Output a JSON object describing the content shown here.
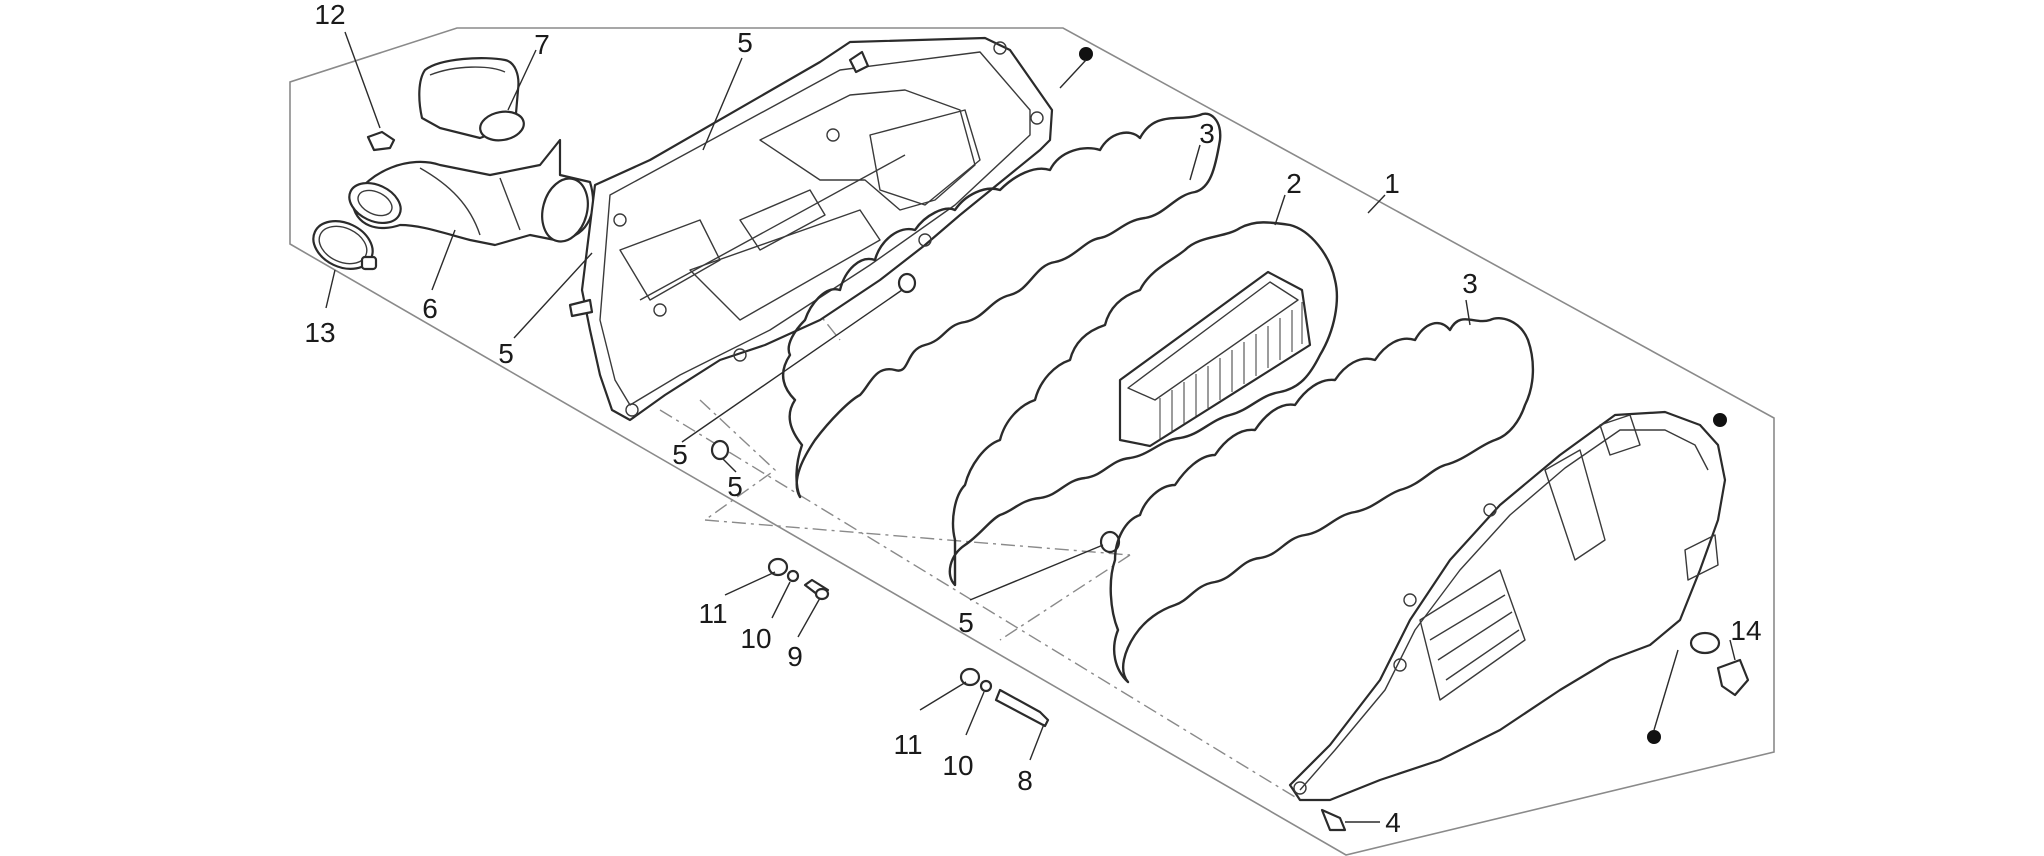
{
  "diagram": {
    "callouts": [
      {
        "id": "c12",
        "text": "12"
      },
      {
        "id": "c7",
        "text": "7"
      },
      {
        "id": "c5a",
        "text": "5"
      },
      {
        "id": "c3a",
        "text": "3"
      },
      {
        "id": "c2",
        "text": "2"
      },
      {
        "id": "c1",
        "text": "1"
      },
      {
        "id": "c3b",
        "text": "3"
      },
      {
        "id": "c13",
        "text": "13"
      },
      {
        "id": "c6",
        "text": "6"
      },
      {
        "id": "c5b",
        "text": "5"
      },
      {
        "id": "c5c",
        "text": "5"
      },
      {
        "id": "c5d",
        "text": "5"
      },
      {
        "id": "c5e",
        "text": "5"
      },
      {
        "id": "c11a",
        "text": "11"
      },
      {
        "id": "c10a",
        "text": "10"
      },
      {
        "id": "c9",
        "text": "9"
      },
      {
        "id": "c11b",
        "text": "11"
      },
      {
        "id": "c10b",
        "text": "10"
      },
      {
        "id": "c8",
        "text": "8"
      },
      {
        "id": "c14",
        "text": "14"
      },
      {
        "id": "c4",
        "text": "4"
      }
    ],
    "colors": {
      "line": "#2b2b2b",
      "frame": "#8a8a8a",
      "background": "#ffffff"
    }
  }
}
